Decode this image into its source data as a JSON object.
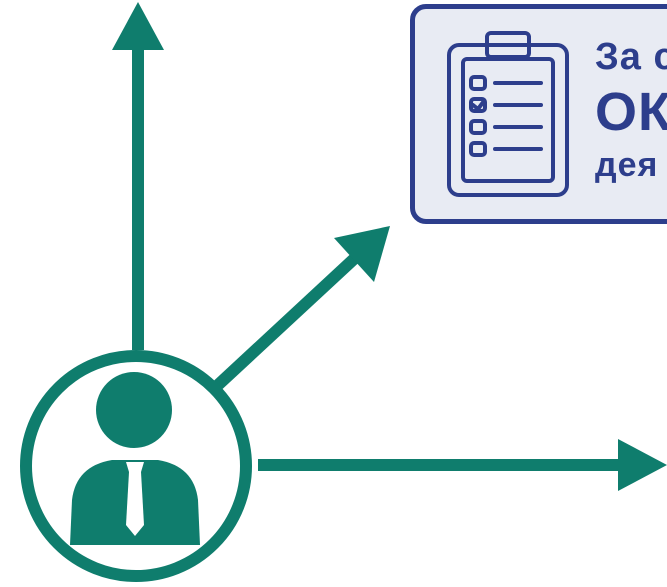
{
  "colors": {
    "teal": "#0f7d6d",
    "navy": "#2d3e8c",
    "card_bg": "#e8ebf3"
  },
  "icons": {
    "person": "person-with-tie-icon",
    "checklist": "clipboard-checklist-icon"
  },
  "card": {
    "line1": "За с",
    "line2": "ОК,",
    "line3": "дея"
  }
}
